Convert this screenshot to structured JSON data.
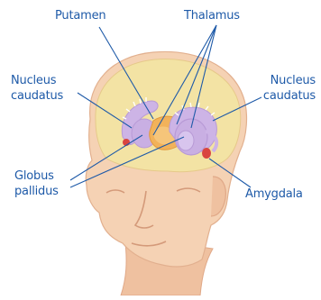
{
  "labels": {
    "putamen": "Putamen",
    "thalamus": "Thalamus",
    "nucleus_caudatus_left": [
      "Nucleus",
      "caudatus"
    ],
    "nucleus_caudatus_right": [
      "Nucleus",
      "caudatus"
    ],
    "globus_pallidus": [
      "Globus",
      "pallidus"
    ],
    "amygdala": "Amygdala"
  },
  "colors": {
    "label_text": "#1e5aa8",
    "leader_line": "#1e5aa8",
    "skin": "#f5d2b4",
    "skin_shadow": "#e2b08f",
    "brain": "#f3e3a4",
    "nucleus_caudatus": "#cdb4e6",
    "putamen_thalamus": "#f2b25a",
    "amygdala": "#d9453f"
  }
}
